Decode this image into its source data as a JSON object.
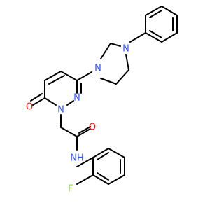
{
  "diagram": {
    "atoms": [
      {
        "id": "O1",
        "label": "O",
        "color": "#ff0d0d"
      },
      {
        "id": "N1",
        "label": "N",
        "color": "#3050f8"
      },
      {
        "id": "N2",
        "label": "N",
        "color": "#3050f8"
      },
      {
        "id": "N3",
        "label": "N",
        "color": "#3050f8"
      },
      {
        "id": "N4",
        "label": "N",
        "color": "#3050f8"
      },
      {
        "id": "O2",
        "label": "O",
        "color": "#ff0d0d"
      },
      {
        "id": "NH",
        "label": "NH",
        "color": "#3050f8"
      },
      {
        "id": "F1",
        "label": "F",
        "color": "#90e050"
      }
    ],
    "colors": {
      "bond": "#000000",
      "oxygen": "#ff0d0d",
      "nitrogen": "#3050f8",
      "fluorine": "#90e050"
    }
  }
}
